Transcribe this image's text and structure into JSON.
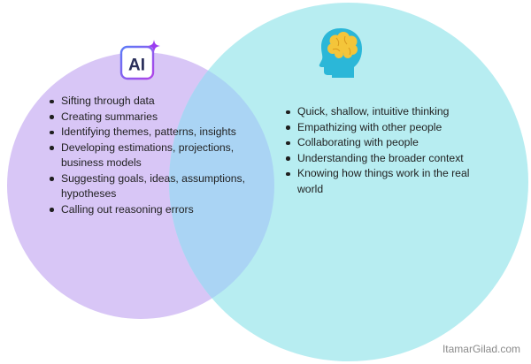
{
  "ai": {
    "badge_text": "AI",
    "items": [
      "Sifting through data",
      "Creating summaries",
      "Identifying themes, patterns, insights",
      "Developing estimations, projections, business models",
      "Suggesting goals, ideas, assumptions, hypotheses",
      "Calling out reasoning errors"
    ]
  },
  "human": {
    "items": [
      "Quick, shallow, intuitive thinking",
      "Empathizing with other people",
      "Collaborating with people",
      "Understanding the broader context",
      "Knowing how things work in the real world"
    ]
  },
  "watermark": "ItamarGilad.com",
  "colors": {
    "ai_circle": "#d8c6f6",
    "human_circle": "#b7edf1",
    "overlap": "#aad4f4",
    "badge_gradient_start": "#5b7cf7",
    "badge_gradient_end": "#b043e8",
    "sparkle": "#9b3df0",
    "head": "#2bb7d8",
    "brain": "#f4c53a"
  },
  "icons": {
    "ai_badge": "ai-sparkle-icon",
    "human": "head-brain-icon"
  }
}
